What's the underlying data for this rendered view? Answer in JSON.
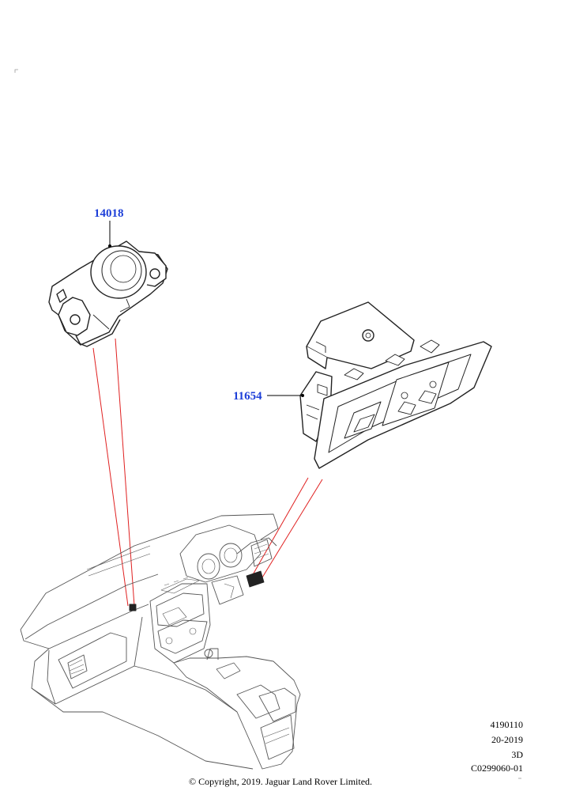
{
  "callouts": {
    "camera_part": "14018",
    "switch_part": "11654"
  },
  "reference": {
    "line1": "4190110",
    "line2": "20-2019",
    "line3": "3D",
    "line4": "C0299060-01"
  },
  "copyright": "© Copyright, 2019. Jaguar Land Rover Limited.",
  "colors": {
    "callout_text": "#1d3fd8",
    "leader_lines": "#e02020",
    "line_art": "#222222"
  }
}
